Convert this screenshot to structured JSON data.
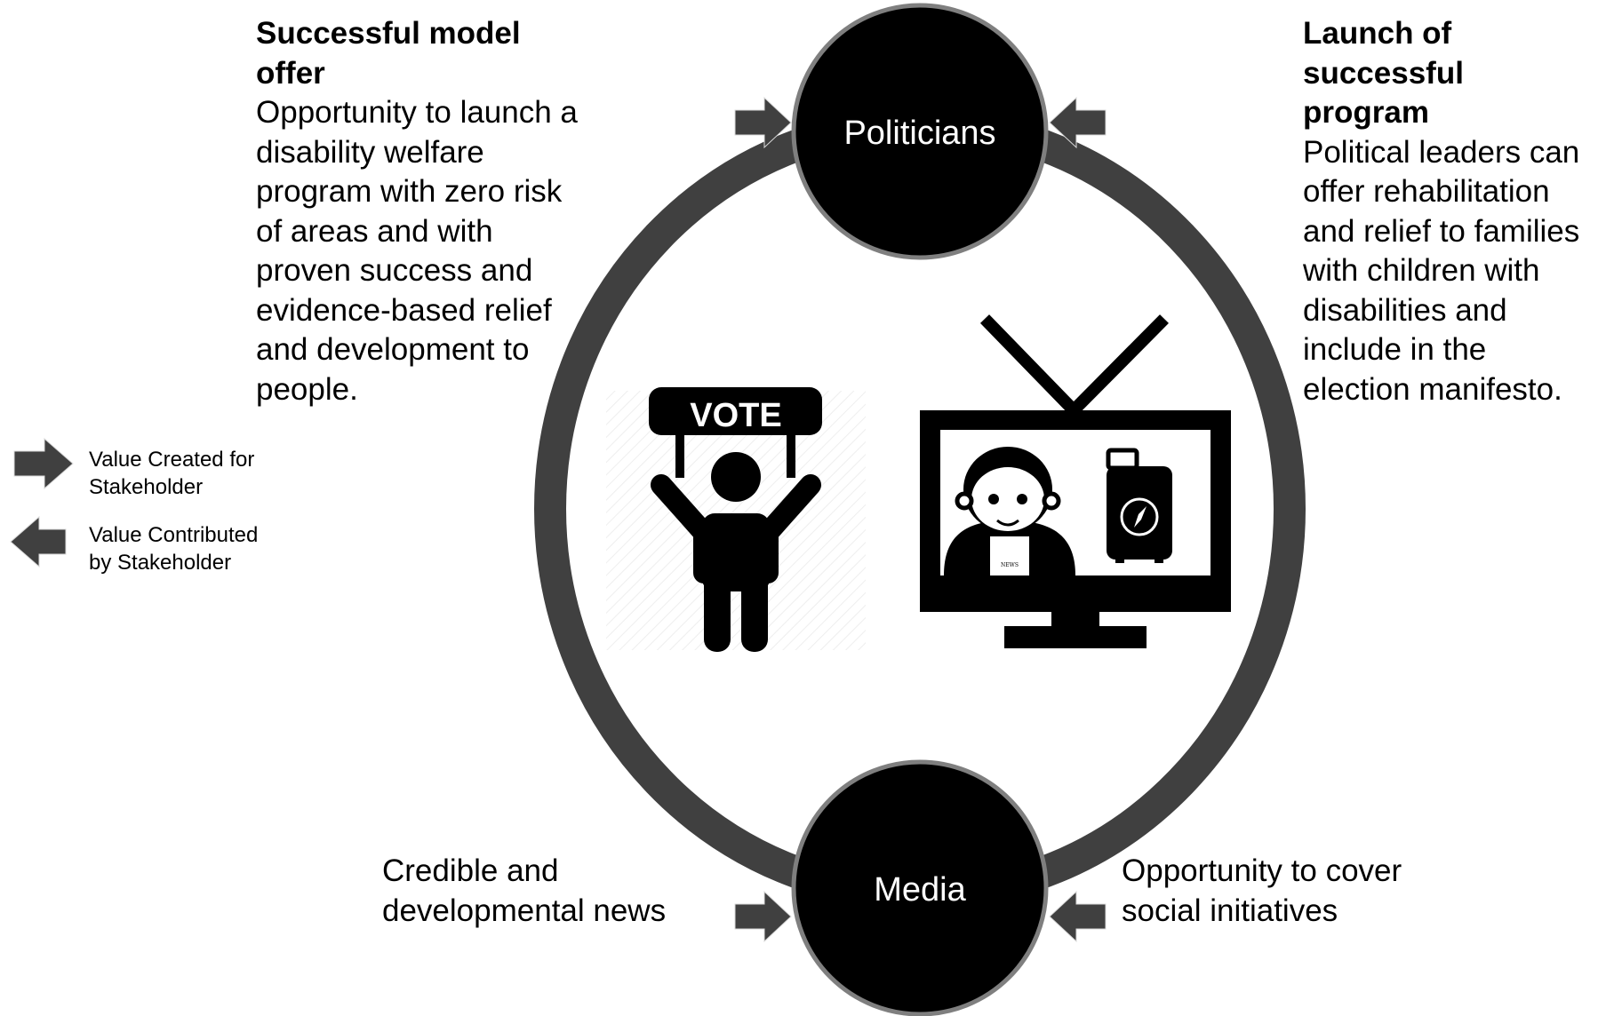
{
  "top_left": {
    "title": "Successful model offer",
    "body": "Opportunity to launch a disability welfare program with zero risk of areas and with proven success and evidence-based relief and development to people."
  },
  "top_right": {
    "title": "Launch of successful program",
    "body": "Political leaders can offer rehabilitation and relief to families with children with disabilities and include in the election manifesto."
  },
  "bottom_left": {
    "body": "Credible and developmental news"
  },
  "bottom_right": {
    "body": "Opportunity to cover social initiatives"
  },
  "nodes": {
    "top": "Politicians",
    "bottom": "Media"
  },
  "legend": {
    "created": "Value Created for Stakeholder",
    "contributed": "Value Contributed by Stakeholder"
  },
  "icons": {
    "vote_sign": "VOTE",
    "tv_badge": "NEWS",
    "vote_icon": "person-holding-vote-sign-icon",
    "tv_icon": "television-news-anchor-icon"
  },
  "colors": {
    "ring": "#404040",
    "node_fill": "#000000",
    "node_border": "#7f7f7f",
    "arrow": "#404040"
  }
}
